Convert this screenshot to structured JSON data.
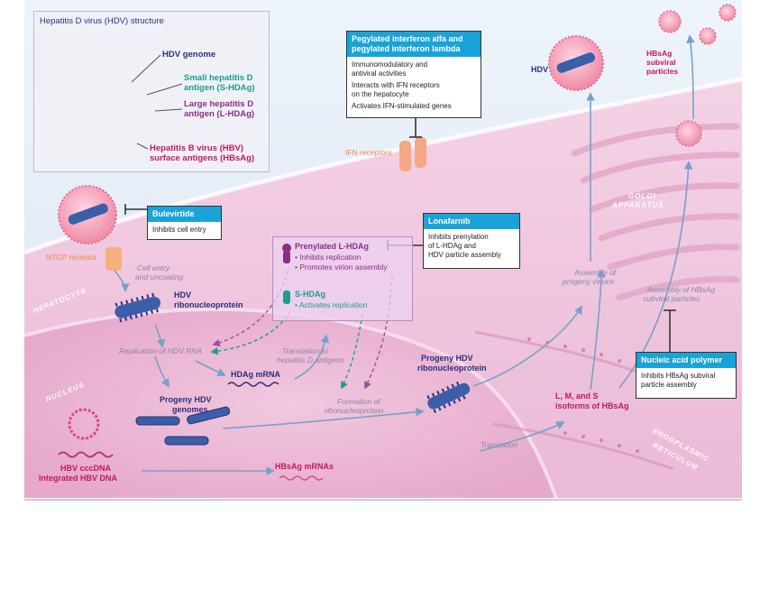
{
  "inset": {
    "title": "Hepatitis D virus (HDV) structure",
    "genome": "HDV genome",
    "small_l1": "Small hepatitis D",
    "small_l2": "antigen (S-HDAg)",
    "large_l1": "Large hepatitis D",
    "large_l2": "antigen (L-HDAg)",
    "hbs_l1": "Hepatitis B virus (HBV)",
    "hbs_l2": "surface antigens (HBsAg)"
  },
  "interferon": {
    "title_l1": "Pegylated interferon alfa and",
    "title_l2": "pegylated interferon lambda",
    "b1_l1": "Immunomodulatory and",
    "b1_l2": "antiviral activities",
    "b2_l1": "Interacts with IFN receptors",
    "b2_l2": "on the hepatocyte",
    "b3": "Activates IFN-stimulated genes"
  },
  "bulevirtide": {
    "title": "Bulevirtide",
    "body": "Inhibits cell entry"
  },
  "lonafarnib": {
    "title": "Lonafarnib",
    "l1": "Inhibits prenylation",
    "l2": "of L-HDAg and",
    "l3": "HDV particle assembly"
  },
  "nap": {
    "title": "Nucleic acid polymer",
    "l1": "Inhibits HBsAg subviral",
    "l2": "particle assembly"
  },
  "labels": {
    "ifn_receptors": "IFN receptors",
    "ntcp_receptor": "NTCP receptor",
    "hdv_top": "HDV",
    "hbsag_subviral_l1": "HBsAg",
    "hbsag_subviral_l2": "subviral",
    "hbsag_subviral_l3": "particles",
    "golgi_l1": "GOLGI",
    "golgi_l2": "APPARATUS",
    "hepatocyte": "HEPATOCYTE",
    "nucleus": "NUCLEUS",
    "er_l1": "ENDOPLASMIC",
    "er_l2": "RETICULUM",
    "cell_entry_l1": "Cell entry",
    "cell_entry_l2": "and uncoating",
    "hdv_rnp_l1": "HDV",
    "hdv_rnp_l2": "ribonucleoprotein",
    "replication": "Replication of HDV RNA",
    "hdag_mrna": "HDAg mRNA",
    "translation_hd_l1": "Translation to",
    "translation_hd_l2": "hepatitis D antigens",
    "progeny_genomes_l1": "Progeny HDV",
    "progeny_genomes_l2": "genomes",
    "formation_l1": "Formation of",
    "formation_l2": "ribonucleoprotein",
    "progeny_rnp_l1": "Progeny HDV",
    "progeny_rnp_l2": "ribonucleoprotein",
    "assembly_virions_l1": "Assembly of",
    "assembly_virions_l2": "progeny virions",
    "assembly_hbsag_l1": "Assembly of HBsAg",
    "assembly_hbsag_l2": "subviral particles",
    "lms_l1": "L, M, and S",
    "lms_l2": "isoforms of HBsAg",
    "translation": "Translation",
    "cccdna": "HBV cccDNA",
    "integrated": "Integrated HBV DNA",
    "hbsag_mrnas": "HBsAg mRNAs"
  },
  "hdag_box": {
    "prenylated_title": "Prenylated L-HDAg",
    "prenylated_b1": "• Inhibits replication",
    "prenylated_b2": "• Promotes virion assembly",
    "shdag_title": "S-HDAg",
    "shdag_b1": "• Activates replication"
  },
  "colors": {
    "navy": "#2c2f7d",
    "teal": "#1a9e8f",
    "purple": "#8a2e86",
    "pink": "#c2185b",
    "orange": "#f08a4b",
    "card_header": "#1aa3d8"
  }
}
